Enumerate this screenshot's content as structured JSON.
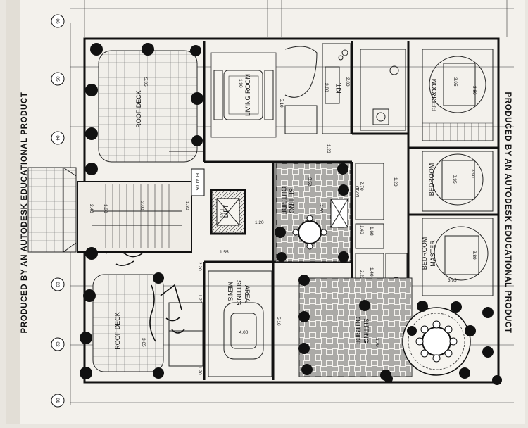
{
  "watermark": {
    "left": "PRODUCED BY AN AUTODESK EDUCATIONAL PRODUCT",
    "right": "PRODUCED BY AN AUTODESK EDUCATIONAL PRODUCT"
  },
  "grid_markers": [
    "06",
    "05",
    "04",
    "03",
    "02",
    "01"
  ],
  "rooms": {
    "roof_deck_top": "ROOF DECK",
    "roof_deck_bottom": "ROOF DECK",
    "living_room": "LIVING ROOM",
    "kitchen": "KIT.",
    "bedroom_1": "BEDROOM",
    "bedroom_2": "BEDROOM",
    "bedroom_master_1": "BEDROOM",
    "bedroom_master_2": "MASTER",
    "outside_sitting_1_a": "OUTSIDE",
    "outside_sitting_1_b": "SITTING",
    "outside_sitting_2_a": "OUTSIDE",
    "outside_sitting_2_b": "SITTING",
    "mens_sitting_1": "MEN'S",
    "mens_sitting_2": "SITTING",
    "mens_sitting_3": "AREA",
    "maid": "MAID",
    "lift": "LIFT",
    "flat": "FLAT 05"
  },
  "dimensions": {
    "d_535": "5.35",
    "d_190": "1.90",
    "d_510_a": "5.10",
    "d_380_a": "3.80",
    "d_280": "2.80",
    "d_120_a": "1.20",
    "d_195_a": "3.95",
    "d_380_b": "3.80",
    "d_350": "3.50",
    "d_250": "2.50",
    "d_270": "2.70",
    "d_120_b": "1.20",
    "d_395_b": "3.95",
    "d_390": "3.90",
    "d_240": "2.40",
    "d_130_a": "1.30",
    "d_300": "3.00",
    "d_130_b": "1.30",
    "d_180": "1.80",
    "d_120_c": "1.20",
    "d_155": "1.55",
    "d_220": "2.20",
    "d_395_c": "3.95",
    "d_380_c": "3.80",
    "d_140": "1.40",
    "d_168": "1.68",
    "d_400": "4.00",
    "d_510_b": "5.10",
    "d_370": "3.70",
    "d_365": "3.65",
    "d_120_d": "1.20",
    "d_120_e": "1.20",
    "d_140_b": "1.40"
  }
}
